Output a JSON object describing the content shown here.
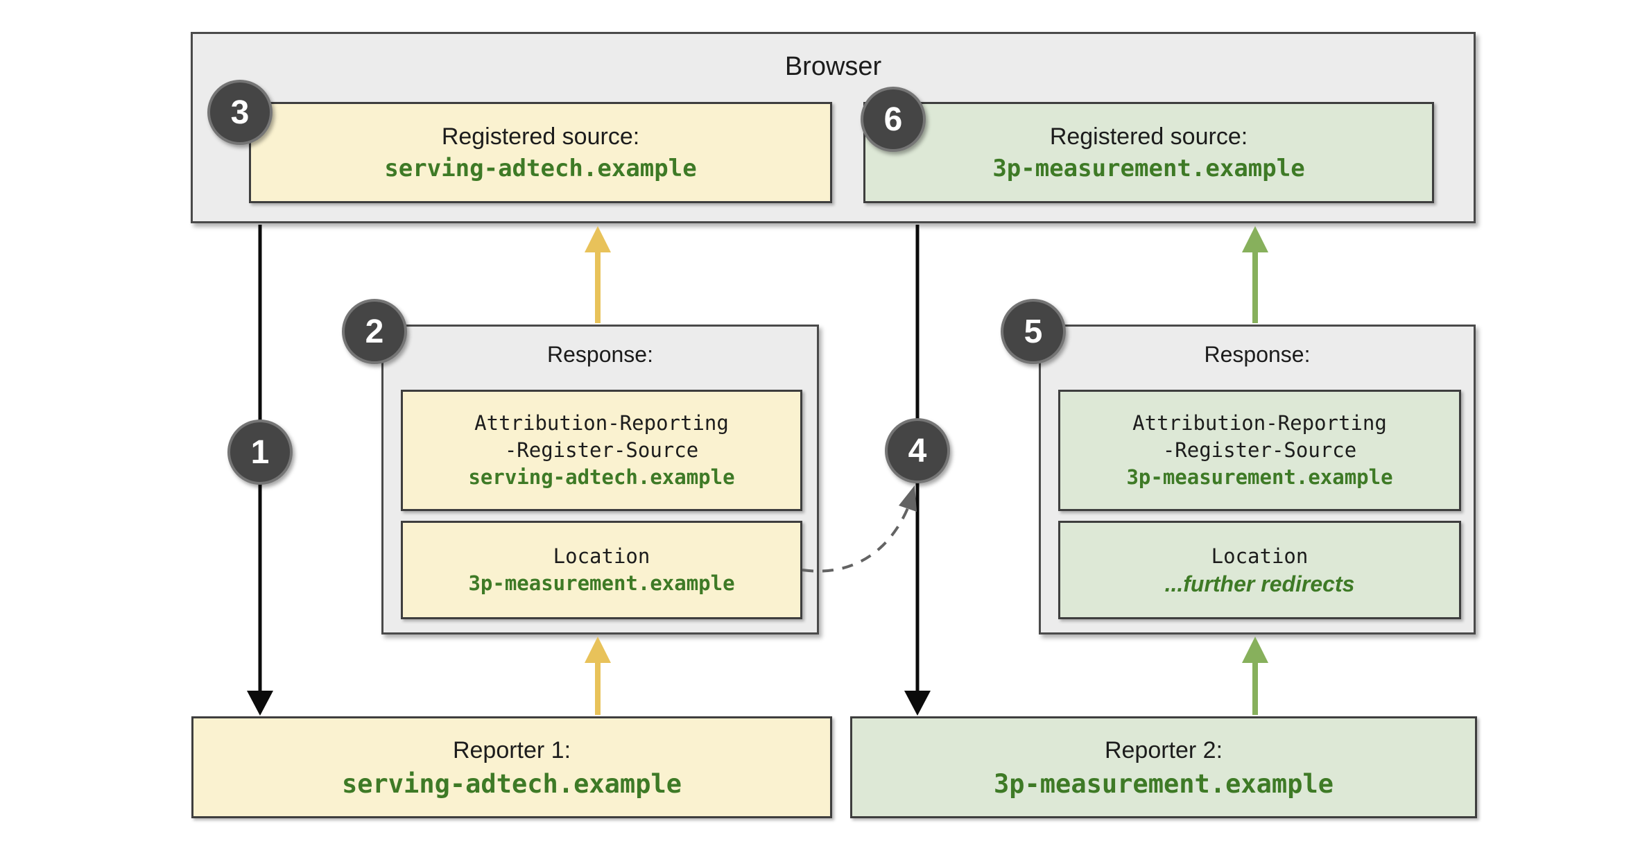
{
  "colors": {
    "gray_fill": "#ECECEC",
    "yellow_fill": "#FAF2D0",
    "green_fill": "#DDE8D6",
    "box_border": "#4A4A4A",
    "inner_border": "#3E3E3E",
    "code_green": "#3E7A26",
    "text_black": "#1C1C1C",
    "arrow_black": "#0B0B0B",
    "arrow_yellow": "#E8C25A",
    "arrow_green": "#87B05C",
    "arrow_gray": "#636363",
    "badge_fill": "#454545",
    "badge_ring": "#757575",
    "badge_text": "#FFFFFF"
  },
  "browser": {
    "title": "Browser",
    "sources": [
      {
        "badge": "3",
        "label": "Registered source:",
        "domain": "serving-adtech.example"
      },
      {
        "badge": "6",
        "label": "Registered source:",
        "domain": "3p-measurement.example"
      }
    ]
  },
  "responses": [
    {
      "badge": "2",
      "title": "Response:",
      "header": {
        "line1": "Attribution-Reporting",
        "line2": "-Register-Source",
        "value": "serving-adtech.example"
      },
      "location": {
        "label": "Location",
        "value": "3p-measurement.example"
      }
    },
    {
      "badge": "5",
      "title": "Response:",
      "header": {
        "line1": "Attribution-Reporting",
        "line2": "-Register-Source",
        "value": "3p-measurement.example"
      },
      "location": {
        "label": "Location",
        "value": "...further redirects"
      }
    }
  ],
  "reporters": [
    {
      "label": "Reporter 1:",
      "domain": "serving-adtech.example"
    },
    {
      "label": "Reporter 2:",
      "domain": "3p-measurement.example"
    }
  ],
  "flow": {
    "badge1": "1",
    "badge4": "4"
  }
}
